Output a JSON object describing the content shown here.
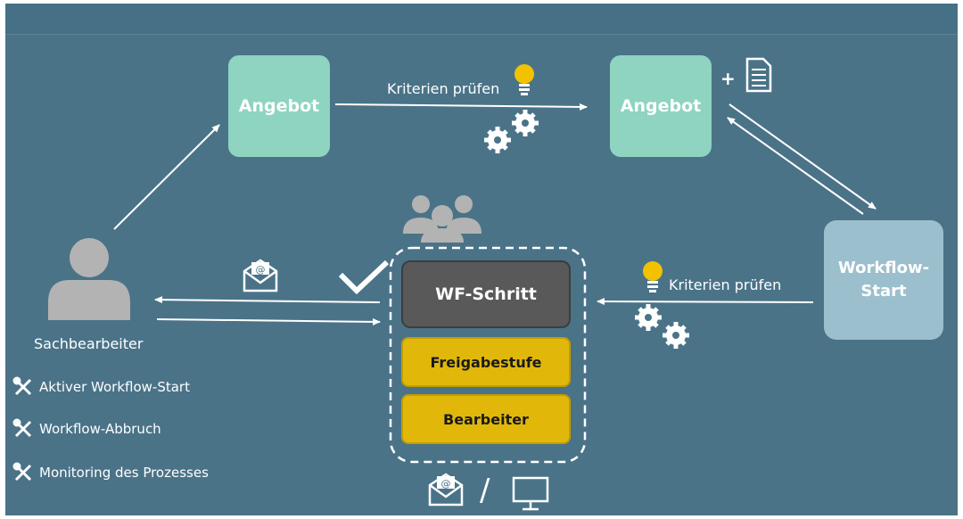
{
  "boxes": {
    "offer_left": "Angebot",
    "offer_right": "Angebot",
    "workflow_start": "Workflow-\nStart",
    "wf_step": "WF-Schritt",
    "approval_level": "Freigabestufe",
    "editor": "Bearbeiter"
  },
  "labels": {
    "check_criteria_top": "Kriterien prüfen",
    "check_criteria_right": "Kriterien prüfen",
    "plus": "+",
    "clerk": "Sachbearbeiter",
    "slash": "/"
  },
  "tools": [
    {
      "label": "Aktiver Workflow-Start",
      "icon": "wrench-screwdriver-icon"
    },
    {
      "label": "Workflow-Abbruch",
      "icon": "wrench-screwdriver-icon"
    },
    {
      "label": "Monitoring des Prozesses",
      "icon": "wrench-screwdriver-icon"
    }
  ],
  "colors": {
    "background": "#4a7388",
    "offer_box": "#8ed4c0",
    "workflow_start_box": "#9cbfcd",
    "wf_step_box": "#595959",
    "approval_boxes": "#e1b80a",
    "lightbulb": "#f2c200"
  }
}
